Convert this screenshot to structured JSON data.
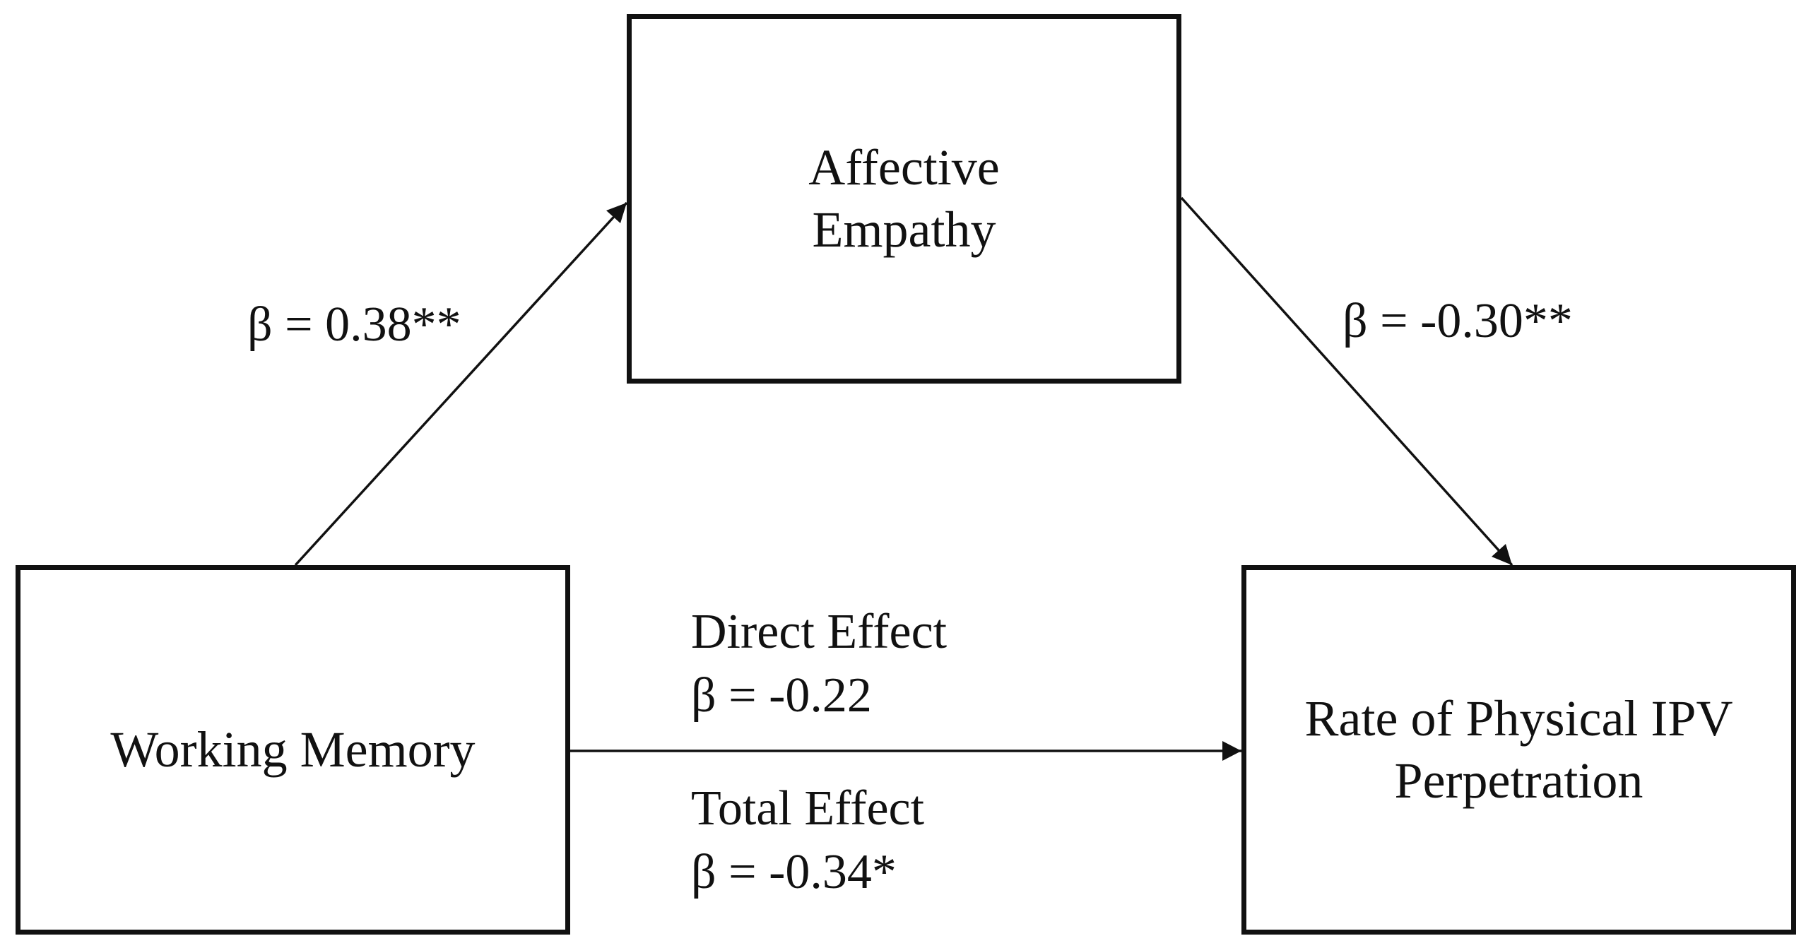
{
  "nodes": {
    "mediator": {
      "line1": "Affective",
      "line2": "Empathy"
    },
    "predictor": {
      "line1": "Working Memory"
    },
    "outcome": {
      "line1": "Rate of Physical IPV",
      "line2": "Perpetration"
    }
  },
  "paths": {
    "a": {
      "label": "β =  0.38**"
    },
    "b": {
      "label": "β =  -0.30**"
    },
    "direct": {
      "title": "Direct Effect",
      "label": "β =  -0.22"
    },
    "total": {
      "title": "Total Effect",
      "label": "β =  -0.34*"
    }
  },
  "colors": {
    "stroke": "#111111",
    "background": "#ffffff"
  }
}
